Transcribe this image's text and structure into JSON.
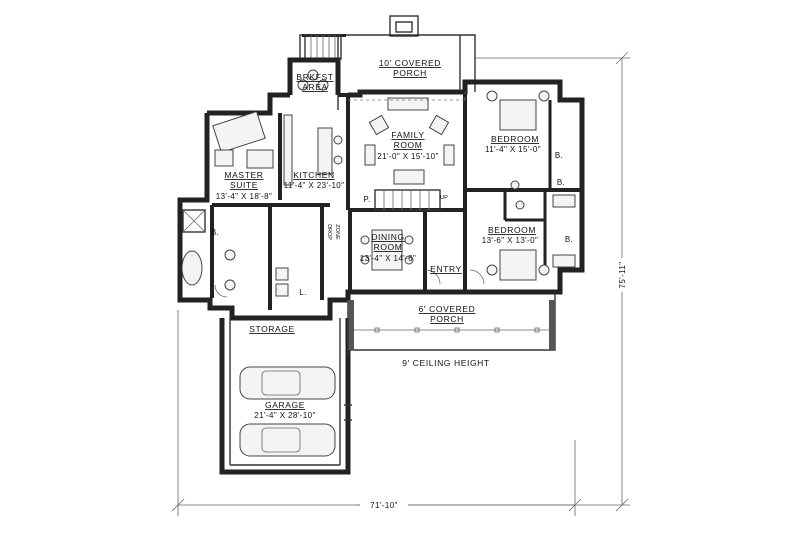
{
  "rooms": {
    "covered_porch_rear": {
      "line1": "10' COVERED",
      "line2": "PORCH"
    },
    "breakfast": {
      "line1": "BRKFST",
      "line2": "AREA"
    },
    "family_room": {
      "line1": "FAMILY",
      "line2": "ROOM",
      "size": "21'-0\" X 15'-10\""
    },
    "bedroom_1": {
      "name": "BEDROOM",
      "size": "11'-4\" X 15'-0\""
    },
    "master_suite": {
      "line1": "MASTER",
      "line2": "SUITE",
      "size": "13'-4\" X 18'-8\""
    },
    "kitchen": {
      "name": "KITCHEN",
      "size": "11'-4\" X 23'-10\""
    },
    "dining_room": {
      "line1": "DINING",
      "line2": "ROOM",
      "size": "13'-4\" X 14'-6\""
    },
    "bedroom_2": {
      "name": "BEDROOM",
      "size": "13'-6\" X 13'-0\""
    },
    "entry": {
      "name": "ENTRY"
    },
    "covered_porch_front": {
      "line1": "6' COVERED",
      "line2": "PORCH"
    },
    "storage": {
      "name": "STORAGE"
    },
    "garage": {
      "name": "GARAGE",
      "size": "21'-4\" X 28'-10\""
    }
  },
  "small_labels": {
    "bath": "B.",
    "pantry": "P.",
    "laundry": "L.",
    "drop_zone_1": "DROP",
    "drop_zone_2": "ZONE",
    "stair_up": "UP"
  },
  "notes": {
    "ceiling": "9' CEILING HEIGHT"
  },
  "dimensions": {
    "width": "71'-10\"",
    "depth": "75'-11\""
  }
}
